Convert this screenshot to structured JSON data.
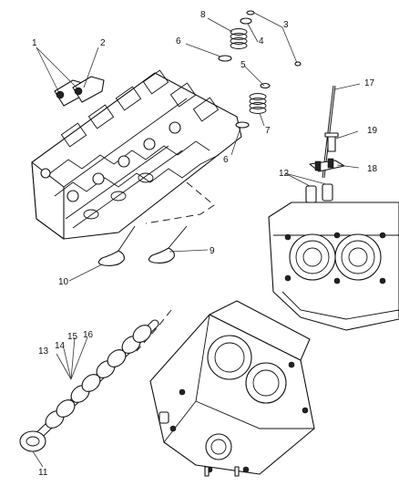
{
  "callouts": [
    {
      "id": "c1",
      "text": "1"
    },
    {
      "id": "c2",
      "text": "2"
    },
    {
      "id": "c3",
      "text": "3"
    },
    {
      "id": "c4",
      "text": "4"
    },
    {
      "id": "c5",
      "text": "5"
    },
    {
      "id": "c6a",
      "text": "6"
    },
    {
      "id": "c6b",
      "text": "6"
    },
    {
      "id": "c7",
      "text": "7"
    },
    {
      "id": "c8",
      "text": "8"
    },
    {
      "id": "c9",
      "text": "9"
    },
    {
      "id": "c10",
      "text": "10"
    },
    {
      "id": "c11",
      "text": "11"
    },
    {
      "id": "c12",
      "text": "12"
    },
    {
      "id": "c13",
      "text": "13"
    },
    {
      "id": "c14",
      "text": "14"
    },
    {
      "id": "c15",
      "text": "15"
    },
    {
      "id": "c16",
      "text": "16"
    },
    {
      "id": "c17",
      "text": "17"
    },
    {
      "id": "c18",
      "text": "18"
    },
    {
      "id": "c19",
      "text": "19"
    }
  ]
}
